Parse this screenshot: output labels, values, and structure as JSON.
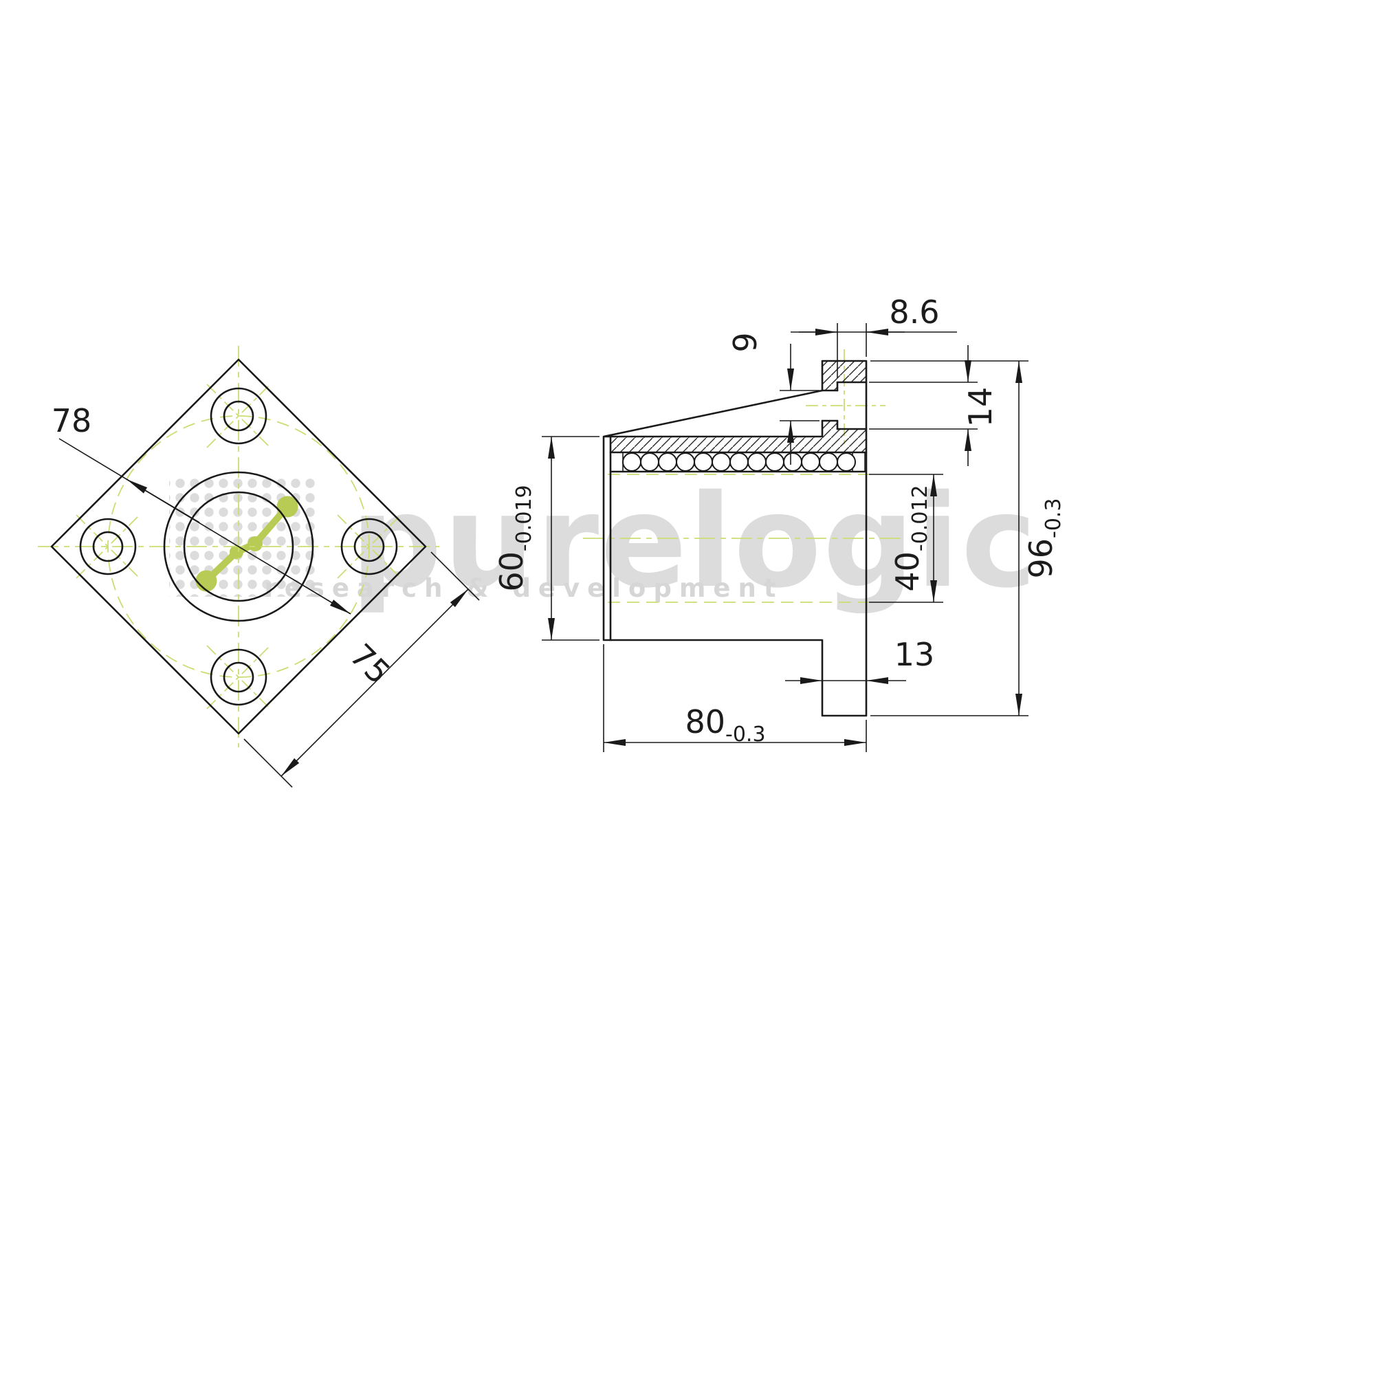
{
  "watermark": {
    "brand": "purelogic",
    "subtitle": "research & development"
  },
  "front_view": {
    "bolt_circle_diameter": "78",
    "flange_side": "75"
  },
  "side_view": {
    "counterbore_remainder": "8.6",
    "bolt_hole_diameter": "9",
    "counterbore_diameter": "14",
    "flange_height": {
      "value": "96",
      "tolerance": "-0.3"
    },
    "body_diameter": {
      "value": "60",
      "tolerance": "-0.019"
    },
    "bore_diameter": {
      "value": "40",
      "tolerance": "-0.012"
    },
    "flange_thickness": "13",
    "body_length": {
      "value": "80",
      "tolerance": "-0.3"
    }
  },
  "colors": {
    "line": "#1a1a1a",
    "centerline_green": "#c9de72",
    "logo_green": "#b7cb55",
    "watermark_gray": "#dcdcdc",
    "background": "#ffffff"
  }
}
